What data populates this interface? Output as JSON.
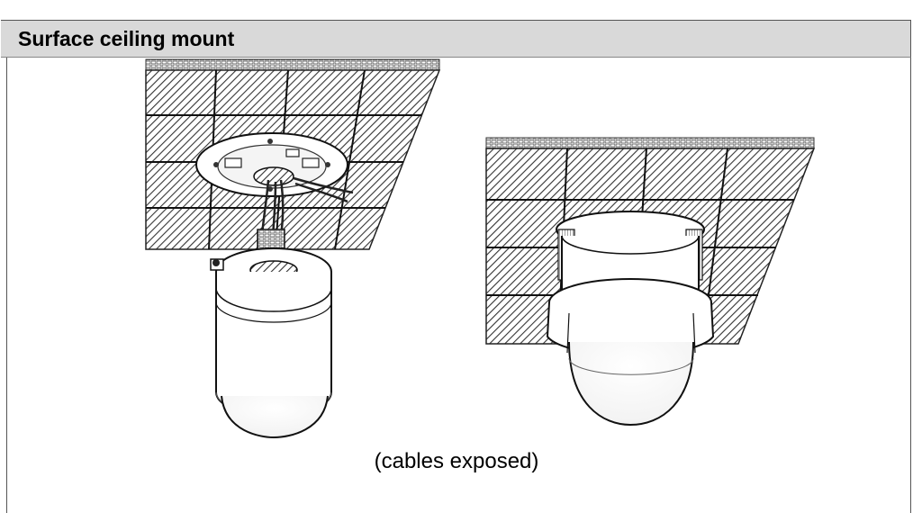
{
  "header": {
    "title": "Surface ceiling mount"
  },
  "caption": {
    "text": "(cables exposed)"
  },
  "figures": [
    {
      "subject": "camera-hanging-from-mount-plate"
    },
    {
      "subject": "camera-mounted-flush-to-ceiling"
    }
  ]
}
